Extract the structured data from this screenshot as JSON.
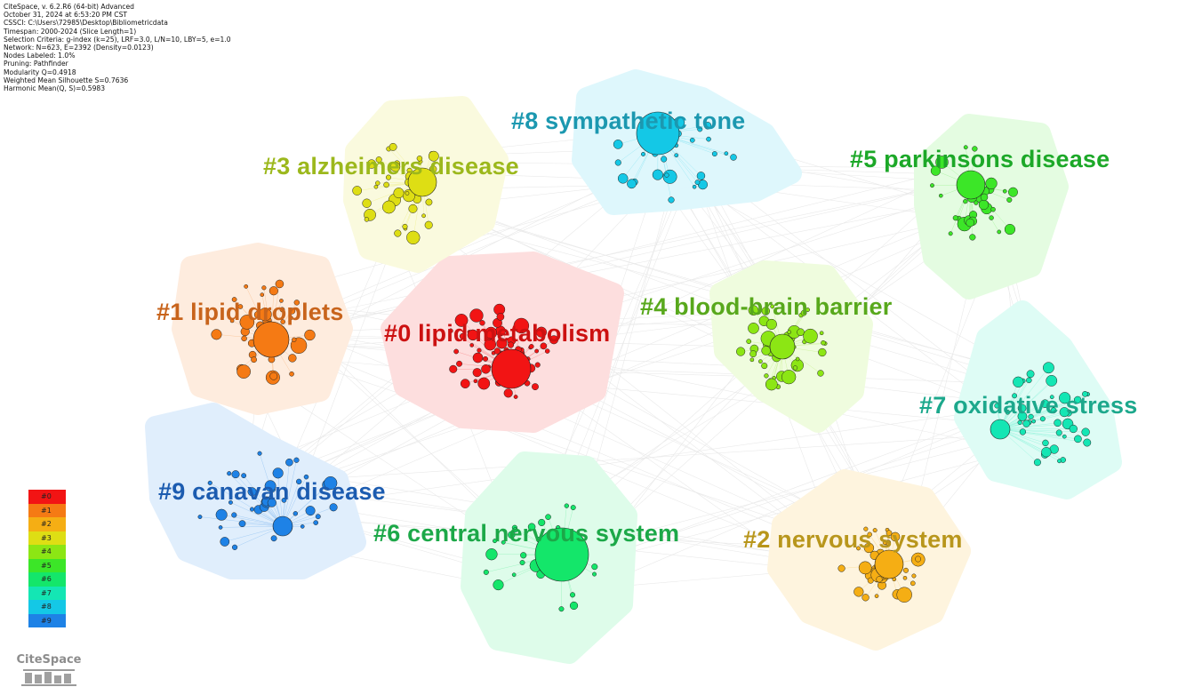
{
  "header_info": [
    "CiteSpace, v. 6.2.R6 (64-bit) Advanced",
    "October 31, 2024 at 6:53:20 PM CST",
    "CSSCI: C:\\Users\\72985\\Desktop\\Bibliometricdata",
    "Timespan: 2000-2024 (Slice Length=1)",
    "Selection Criteria: g-index (k=25), LRF=3.0, L/N=10, LBY=5, e=1.0",
    "Network: N=623, E=2392 (Density=0.0123)",
    "Nodes Labeled: 1.0%",
    "Pruning: Pathfinder",
    "Modularity Q=0.4918",
    "Weighted Mean Silhouette S=0.7636",
    "Harmonic Mean(Q, S)=0.5983"
  ],
  "clusters": [
    {
      "id": "c0",
      "label": "#0 lipid metabolism",
      "color": "#cc1111"
    },
    {
      "id": "c1",
      "label": "#1 lipid droplets",
      "color": "#c8641c"
    },
    {
      "id": "c2",
      "label": "#2 nervous system",
      "color": "#b8961c"
    },
    {
      "id": "c3",
      "label": "#3 alzheimers disease",
      "color": "#9cb81c"
    },
    {
      "id": "c4",
      "label": "#4 blood-brain barrier",
      "color": "#58a81c"
    },
    {
      "id": "c5",
      "label": "#5 parkinsons disease",
      "color": "#1ca828"
    },
    {
      "id": "c6",
      "label": "#6 central nervous system",
      "color": "#1ca848"
    },
    {
      "id": "c7",
      "label": "#7 oxidative stress",
      "color": "#1ca88c"
    },
    {
      "id": "c8",
      "label": "#8 sympathetic tone",
      "color": "#1c98b0"
    },
    {
      "id": "c9",
      "label": "#9 canavan disease",
      "color": "#1c5cb0"
    }
  ],
  "legend": {
    "items": [
      {
        "label": "#0",
        "color": "#f21414"
      },
      {
        "label": "#1",
        "color": "#f57a14"
      },
      {
        "label": "#2",
        "color": "#f5ae14"
      },
      {
        "label": "#3",
        "color": "#dede14"
      },
      {
        "label": "#4",
        "color": "#8ce614"
      },
      {
        "label": "#5",
        "color": "#3ce628"
      },
      {
        "label": "#6",
        "color": "#14e66a"
      },
      {
        "label": "#7",
        "color": "#14e6b4"
      },
      {
        "label": "#8",
        "color": "#14c8e6"
      },
      {
        "label": "#9",
        "color": "#1e82e6"
      }
    ]
  },
  "logo_text": "CiteSpace"
}
